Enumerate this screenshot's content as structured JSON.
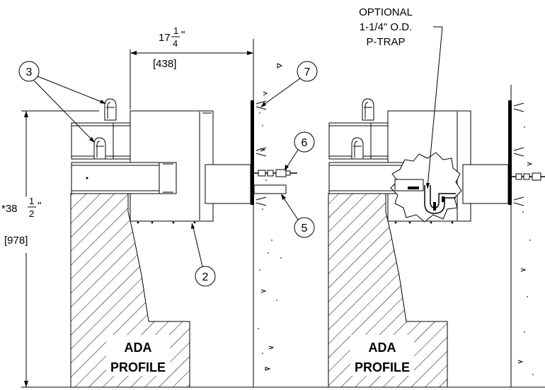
{
  "dimensions": {
    "width_whole": "17",
    "width_frac_num": "1",
    "width_frac_den": "4",
    "width_inch_mark": "\"",
    "width_mm": "[438]",
    "height_prefix": "*38",
    "height_frac_num": "1",
    "height_frac_den": "2",
    "height_inch_mark": "\"",
    "height_mm": "[978]"
  },
  "callouts": {
    "c3": "3",
    "c7": "7",
    "c6": "6",
    "c5": "5",
    "c2": "2"
  },
  "ptrap_note": {
    "line1": "OPTIONAL",
    "line2": "1-1/4\" O.D.",
    "line3": "P-TRAP"
  },
  "profiles": {
    "left_line1": "ADA",
    "left_line2": "PROFILE",
    "right_line1": "ADA",
    "right_line2": "PROFILE"
  }
}
